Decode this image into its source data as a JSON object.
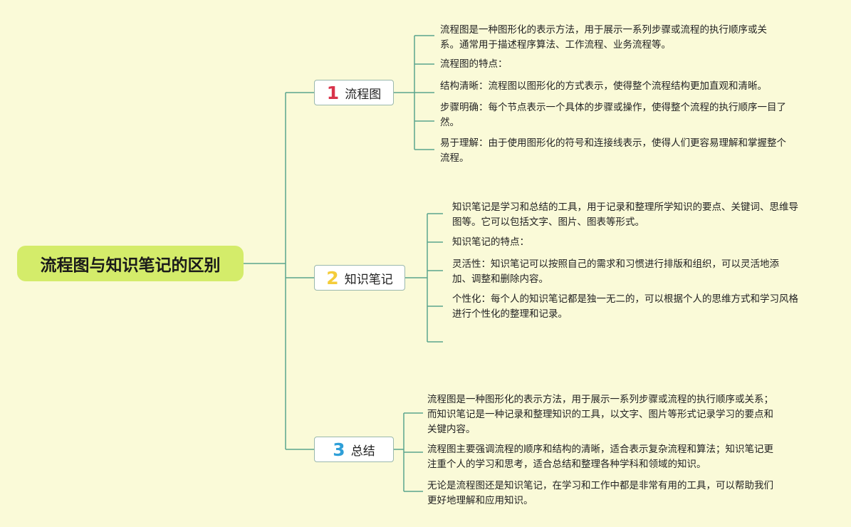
{
  "root": {
    "title": "流程图与知识笔记的区别"
  },
  "branches": [
    {
      "number": "1",
      "label": "流程图",
      "color": "#d8334a",
      "notes": [
        "流程图是一种图形化的表示方法，用于展示一系列步骤或流程的执行顺序或关系。通常用于描述程序算法、工作流程、业务流程等。",
        "流程图的特点：",
        "结构清晰：流程图以图形化的方式表示，使得整个流程结构更加直观和清晰。",
        "步骤明确：每个节点表示一个具体的步骤或操作，使得整个流程的执行顺序一目了然。",
        "易于理解：由于使用图形化的符号和连接线表示，使得人们更容易理解和掌握整个流程。"
      ]
    },
    {
      "number": "2",
      "label": "知识笔记",
      "color": "#f4cc3a",
      "notes": [
        "知识笔记是学习和总结的工具，用于记录和整理所学知识的要点、关键词、思维导图等。它可以包括文字、图片、图表等形式。",
        "知识笔记的特点：",
        "灵活性：知识笔记可以按照自己的需求和习惯进行排版和组织，可以灵活地添加、调整和删除内容。",
        "个性化：每个人的知识笔记都是独一无二的，可以根据个人的思维方式和学习风格进行个性化的整理和记录。",
        ""
      ]
    },
    {
      "number": "3",
      "label": "总结",
      "color": "#2f9fd8",
      "notes": [
        "流程图是一种图形化的表示方法，用于展示一系列步骤或流程的执行顺序或关系；而知识笔记是一种记录和整理知识的工具，以文字、图片等形式记录学习的要点和关键内容。",
        "流程图主要强调流程的顺序和结构的清晰，适合表示复杂流程和算法；知识笔记更注重个人的学习和思考，适合总结和整理各种学科和领域的知识。",
        "无论是流程图还是知识笔记，在学习和工作中都是非常有用的工具，可以帮助我们更好地理解和应用知识。"
      ]
    }
  ],
  "colors": {
    "line": "#5aa58e",
    "background": "#fafad8",
    "root_fill": "#d4ec6a"
  }
}
